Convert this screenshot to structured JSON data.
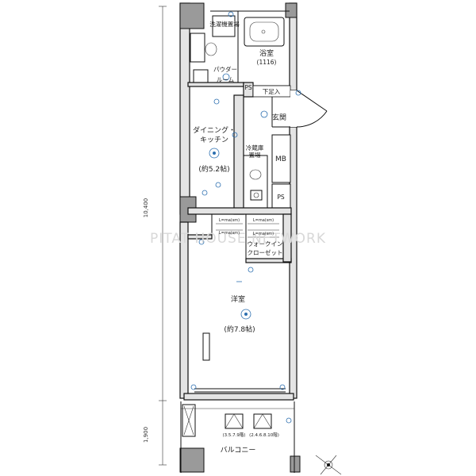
{
  "watermark": "PITAT HOUSE NETWORK",
  "rooms": {
    "laundry": "洗濯機置場",
    "bath": "浴室",
    "bath_size": "(1116)",
    "powder_1": "パウダー",
    "powder_2": "ルーム",
    "shoe_box": "下足入",
    "entrance": "玄関",
    "dk_1": "ダイニング・",
    "dk_2": "キッチン",
    "dk_size": "(約5.2帖)",
    "fridge_1": "冷蔵庫",
    "fridge_2": "置場",
    "mb": "MB",
    "ps": "PS",
    "ps_small": "PS",
    "wic_1": "ウォークイン",
    "wic_2": "クローゼット",
    "western": "洋室",
    "western_size": "(約7.8帖)",
    "balcony": "バルコニー",
    "unit_left": "(3.5.7.9階)",
    "unit_right": "(2.4.6.8.10階)",
    "shelf_1": "L=ma(sm)",
    "shelf_2": "L=ma(sm)",
    "shelf_3": "L=ma(sm)",
    "shelf_4": "L=ma(sm)"
  },
  "dimensions": {
    "main": "10,400",
    "balcony": "1,900"
  },
  "colors": {
    "wall": "#e4e4e4",
    "column": "#9a9a9a",
    "electrical": "#2c6fb0",
    "fixture": "#3c9a4a"
  },
  "icons": {
    "compass": "north-compass-icon",
    "ceiling_light": "ceiling-light-icon",
    "outlet": "outlet-icon"
  }
}
